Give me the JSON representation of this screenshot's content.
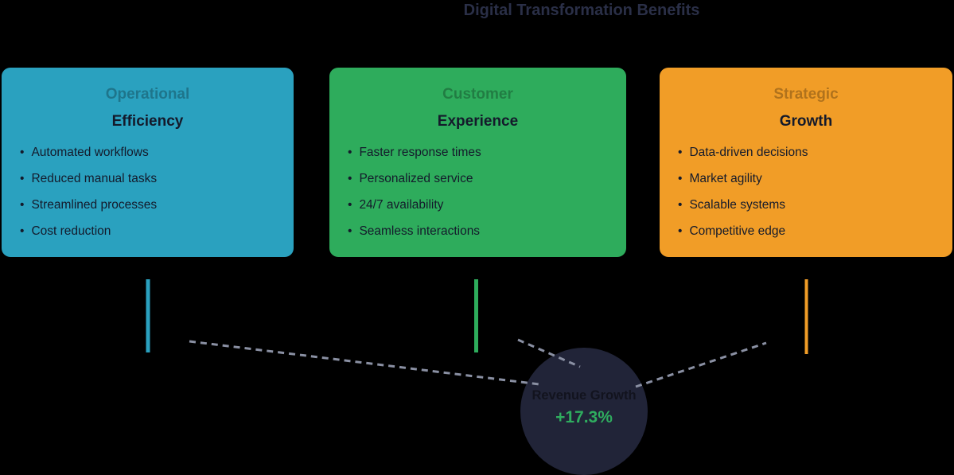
{
  "title": "Digital Transformation Benefits",
  "colors": {
    "background": "#000000",
    "title_text": "#2a2f47",
    "card_text": "#141a2b",
    "teal": "#2aa1bf",
    "green": "#2eac5c",
    "orange": "#f19d27",
    "dash_gray": "#8a90a3",
    "circle_bg": "#212438",
    "value_green": "#2fad5f"
  },
  "bullet_glyph": "•",
  "cards": [
    {
      "category": "Operational",
      "title": "Efficiency",
      "color": "#2aa1bf",
      "items": [
        "Automated workflows",
        "Reduced manual tasks",
        "Streamlined processes",
        "Cost reduction"
      ]
    },
    {
      "category": "Customer",
      "title": "Experience",
      "color": "#2eac5c",
      "items": [
        "Faster response times",
        "Personalized service",
        "24/7 availability",
        "Seamless interactions"
      ]
    },
    {
      "category": "Strategic",
      "title": "Growth",
      "color": "#f19d27",
      "items": [
        "Data-driven decisions",
        "Market agility",
        "Scalable systems",
        "Competitive edge"
      ]
    }
  ],
  "result_circle": {
    "label": "Revenue Growth",
    "value": "+17.3%"
  }
}
